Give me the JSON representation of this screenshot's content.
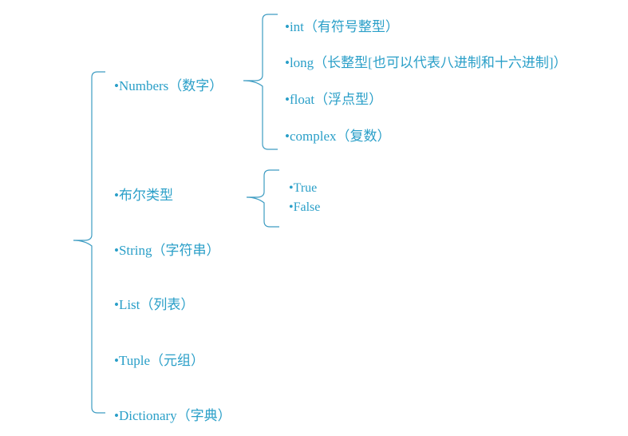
{
  "diagram": {
    "categories": [
      {
        "label": "•Numbers（数字）"
      },
      {
        "label": "•布尔类型"
      },
      {
        "label": "•String（字符串）"
      },
      {
        "label": "•List（列表）"
      },
      {
        "label": "•Tuple（元组）"
      },
      {
        "label": "•Dictionary（字典）"
      }
    ],
    "numbers_subtypes": [
      {
        "label": "•int（有符号整型）"
      },
      {
        "label": "•long（长整型[也可以代表八进制和十六进制]）"
      },
      {
        "label": "•float（浮点型）"
      },
      {
        "label": "•complex（复数）"
      }
    ],
    "bool_values": [
      {
        "label": "•True"
      },
      {
        "label": "•False"
      }
    ],
    "colors": {
      "text": "#2a9fc8",
      "bracket": "#3d9cc2"
    }
  }
}
